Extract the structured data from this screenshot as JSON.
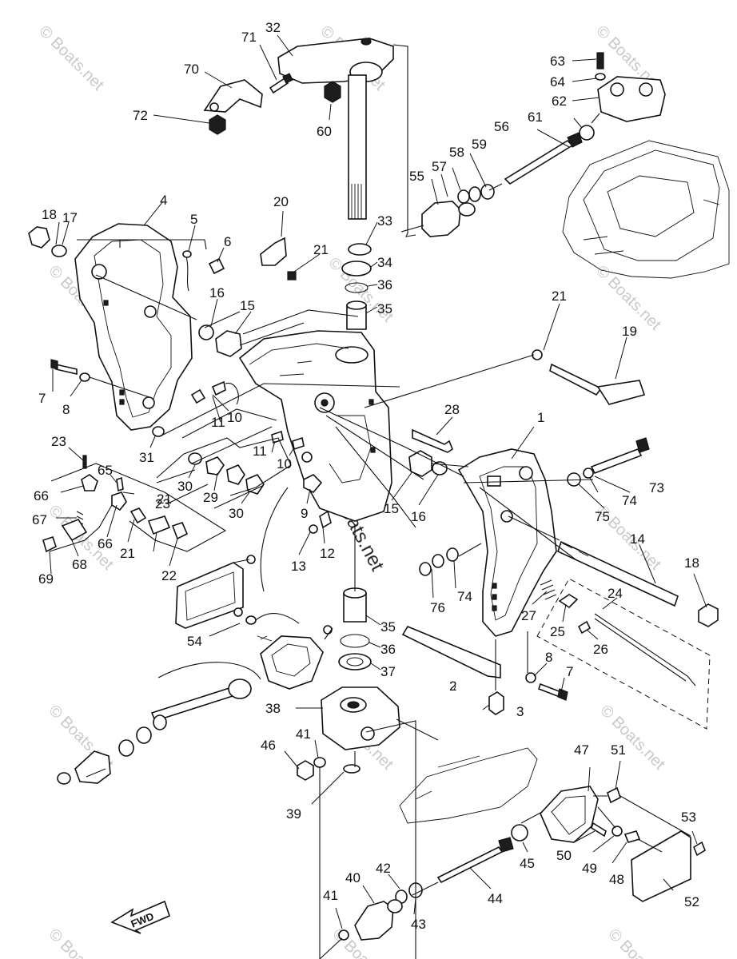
{
  "watermark": "© Boats.net",
  "fwd_label": "FWD",
  "parts": [
    {
      "num": "1"
    },
    {
      "num": "2"
    },
    {
      "num": "3"
    },
    {
      "num": "4"
    },
    {
      "num": "5"
    },
    {
      "num": "6"
    },
    {
      "num": "7"
    },
    {
      "num": "7"
    },
    {
      "num": "8"
    },
    {
      "num": "8"
    },
    {
      "num": "9"
    },
    {
      "num": "10"
    },
    {
      "num": "10"
    },
    {
      "num": "11"
    },
    {
      "num": "11"
    },
    {
      "num": "12"
    },
    {
      "num": "13"
    },
    {
      "num": "14"
    },
    {
      "num": "15"
    },
    {
      "num": "15"
    },
    {
      "num": "16"
    },
    {
      "num": "16"
    },
    {
      "num": "17"
    },
    {
      "num": "18"
    },
    {
      "num": "18"
    },
    {
      "num": "19"
    },
    {
      "num": "20"
    },
    {
      "num": "21"
    },
    {
      "num": "21"
    },
    {
      "num": "21"
    },
    {
      "num": "21"
    },
    {
      "num": "22"
    },
    {
      "num": "23"
    },
    {
      "num": "23"
    },
    {
      "num": "24"
    },
    {
      "num": "25"
    },
    {
      "num": "26"
    },
    {
      "num": "27"
    },
    {
      "num": "28"
    },
    {
      "num": "29"
    },
    {
      "num": "30"
    },
    {
      "num": "30"
    },
    {
      "num": "31"
    },
    {
      "num": "32"
    },
    {
      "num": "33"
    },
    {
      "num": "34"
    },
    {
      "num": "35"
    },
    {
      "num": "35"
    },
    {
      "num": "36"
    },
    {
      "num": "36"
    },
    {
      "num": "37"
    },
    {
      "num": "38"
    },
    {
      "num": "39"
    },
    {
      "num": "40"
    },
    {
      "num": "41"
    },
    {
      "num": "41"
    },
    {
      "num": "42"
    },
    {
      "num": "43"
    },
    {
      "num": "44"
    },
    {
      "num": "45"
    },
    {
      "num": "46"
    },
    {
      "num": "47"
    },
    {
      "num": "48"
    },
    {
      "num": "49"
    },
    {
      "num": "50"
    },
    {
      "num": "51"
    },
    {
      "num": "52"
    },
    {
      "num": "53"
    },
    {
      "num": "54"
    },
    {
      "num": "55"
    },
    {
      "num": "56"
    },
    {
      "num": "57"
    },
    {
      "num": "58"
    },
    {
      "num": "59"
    },
    {
      "num": "60"
    },
    {
      "num": "61"
    },
    {
      "num": "62"
    },
    {
      "num": "63"
    },
    {
      "num": "64"
    },
    {
      "num": "65"
    },
    {
      "num": "66"
    },
    {
      "num": "66"
    },
    {
      "num": "67"
    },
    {
      "num": "68"
    },
    {
      "num": "69"
    },
    {
      "num": "70"
    },
    {
      "num": "71"
    },
    {
      "num": "72"
    },
    {
      "num": "73"
    },
    {
      "num": "74"
    },
    {
      "num": "74"
    },
    {
      "num": "75"
    },
    {
      "num": "76"
    }
  ],
  "colors": {
    "ink": "#111111",
    "watermark": "#c9c9c9",
    "background": "#ffffff"
  }
}
